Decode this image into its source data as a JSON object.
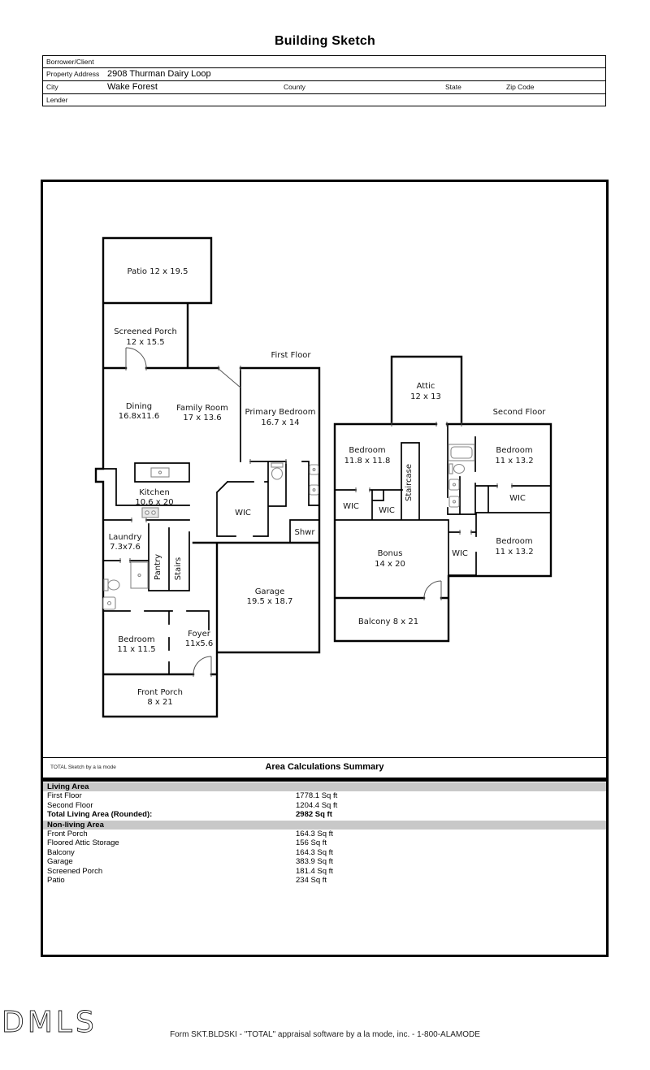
{
  "page": {
    "title": "Building Sketch"
  },
  "form": {
    "borrower_label": "Borrower/Client",
    "property_label": "Property Address",
    "property_value": "2908 Thurman Dairy Loop",
    "city_label": "City",
    "city_value": "Wake Forest",
    "county_label": "County",
    "state_label": "State",
    "zip_label": "Zip Code",
    "lender_label": "Lender"
  },
  "sketch": {
    "first_floor_label": "First Floor",
    "second_floor_label": "Second Floor",
    "rooms": {
      "patio": "Patio 12 x 19.5",
      "screened_porch": {
        "name": "Screened Porch",
        "dims": "12 x 15.5"
      },
      "dining": {
        "name": "Dining",
        "dims": "16.8x11.6"
      },
      "family_room": {
        "name": "Family Room",
        "dims": "17 x 13.6"
      },
      "primary_bedroom": {
        "name": "Primary Bedroom",
        "dims": "16.7 x 14"
      },
      "kitchen": {
        "name": "Kitchen",
        "dims": "10.6 x 20"
      },
      "wic": "WIC",
      "shwr": "Shwr",
      "laundry": {
        "name": "Laundry",
        "dims": "7.3x7.6"
      },
      "pantry": "Pantry",
      "stairs": "Stairs",
      "garage": {
        "name": "Garage",
        "dims": "19.5 x 18.7"
      },
      "bedroom_1f": {
        "name": "Bedroom",
        "dims": "11 x 11.5"
      },
      "foyer": {
        "name": "Foyer",
        "dims": "11x5.6"
      },
      "front_porch": {
        "name": "Front Porch",
        "dims": "8 x 21"
      },
      "attic": {
        "name": "Attic",
        "dims": "12 x 13"
      },
      "bedroom_2f_left": {
        "name": "Bedroom",
        "dims": "11.8 x 11.8"
      },
      "staircase": "Staircase",
      "bedroom_2f_right_top": {
        "name": "Bedroom",
        "dims": "11 x 13.2"
      },
      "bedroom_2f_right_bottom": {
        "name": "Bedroom",
        "dims": "11 x 13.2"
      },
      "bonus": {
        "name": "Bonus",
        "dims": "14 x 20"
      },
      "balcony": "Balcony 8 x 21"
    }
  },
  "summary": {
    "branding": "TOTAL Sketch by a la mode",
    "title": "Area Calculations Summary",
    "living_header": "Living Area",
    "living_rows": [
      {
        "label": "First Floor",
        "value": "1778.1 Sq ft"
      },
      {
        "label": "Second Floor",
        "value": "1204.4 Sq ft"
      }
    ],
    "total_label": "Total Living Area (Rounded):",
    "total_value": "2982 Sq ft",
    "nonliving_header": "Non-living Area",
    "nonliving_rows": [
      {
        "label": "Front Porch",
        "value": "164.3 Sq ft"
      },
      {
        "label": "Floored Attic Storage",
        "value": "156 Sq ft"
      },
      {
        "label": "Balcony",
        "value": "164.3 Sq ft"
      },
      {
        "label": "Garage",
        "value": "383.9 Sq ft"
      },
      {
        "label": "Screened Porch",
        "value": "181.4 Sq ft"
      },
      {
        "label": "Patio",
        "value": "234 Sq ft"
      }
    ]
  },
  "footer": {
    "logo": "DMLS",
    "form_line": "Form SKT.BLDSKI - \"TOTAL\" appraisal software by a la mode, inc. - 1-800-ALAMODE"
  },
  "colors": {
    "wall": "#000000",
    "fixture": "#8a8a8a",
    "header_band": "#c8c8c8"
  }
}
